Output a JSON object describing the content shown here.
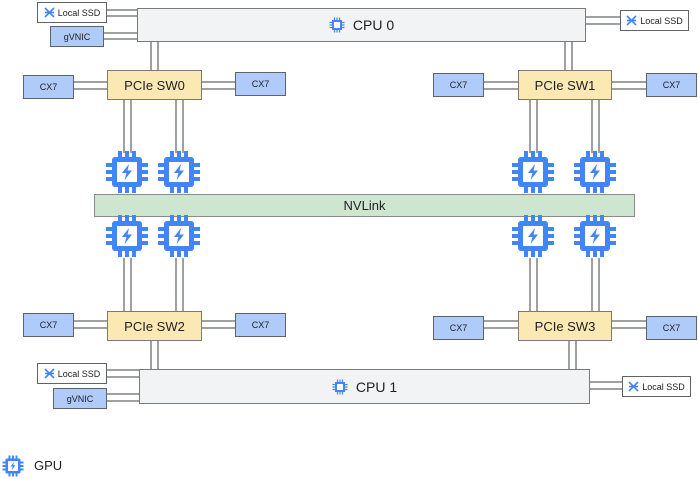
{
  "cpu0": {
    "label": "CPU 0"
  },
  "cpu1": {
    "label": "CPU 1"
  },
  "switches": {
    "sw0": "PCIe SW0",
    "sw1": "PCIe SW1",
    "sw2": "PCIe SW2",
    "sw3": "PCIe SW3"
  },
  "nic_label": "CX7",
  "gvnic_label": "gVNIC",
  "ssd_label": "Local SSD",
  "nvlink_label": "NVLink",
  "legend": {
    "gpu_label": "GPU"
  },
  "colors": {
    "cpu": "#f1f3f4",
    "switch": "#fce8b2",
    "nic": "#aecbfa",
    "nvlink": "#cee6cf",
    "gpu_icon": "#4285f4"
  },
  "icons": {
    "gpu": "gpu-chip-icon",
    "ssd": "local-ssd-icon"
  }
}
